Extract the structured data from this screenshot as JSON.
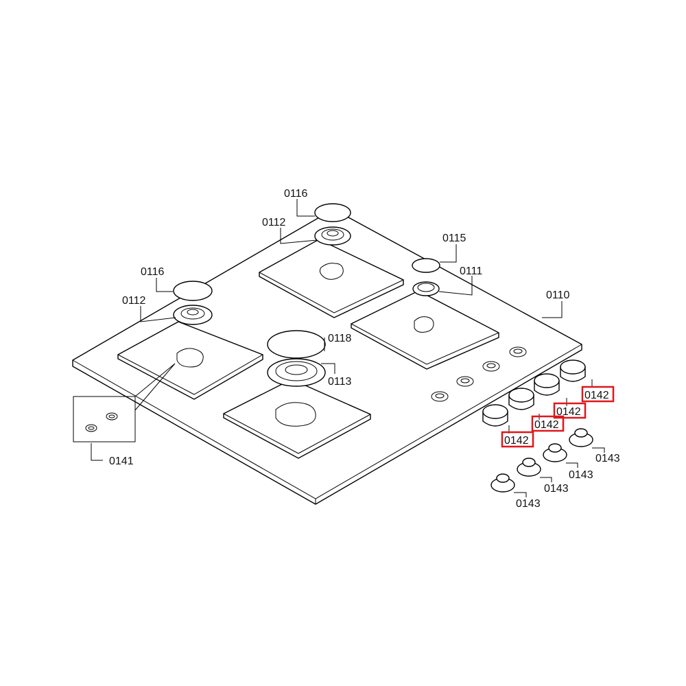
{
  "labels": {
    "plate": "0110",
    "burner_right": "0111",
    "burner_top": "0112",
    "burner_left": "0112",
    "wok_burner": "0113",
    "small_cap": "0115",
    "cap_top": "0116",
    "cap_left": "0116",
    "wok_cap": "0118",
    "injectors": "0141",
    "knob_1": "0142",
    "knob_2": "0142",
    "knob_3": "0142",
    "knob_4": "0142",
    "bezel_1": "0143",
    "bezel_2": "0143",
    "bezel_3": "0143",
    "bezel_4": "0143"
  },
  "highlight_color": "#e0161b",
  "line_color": "#000000"
}
